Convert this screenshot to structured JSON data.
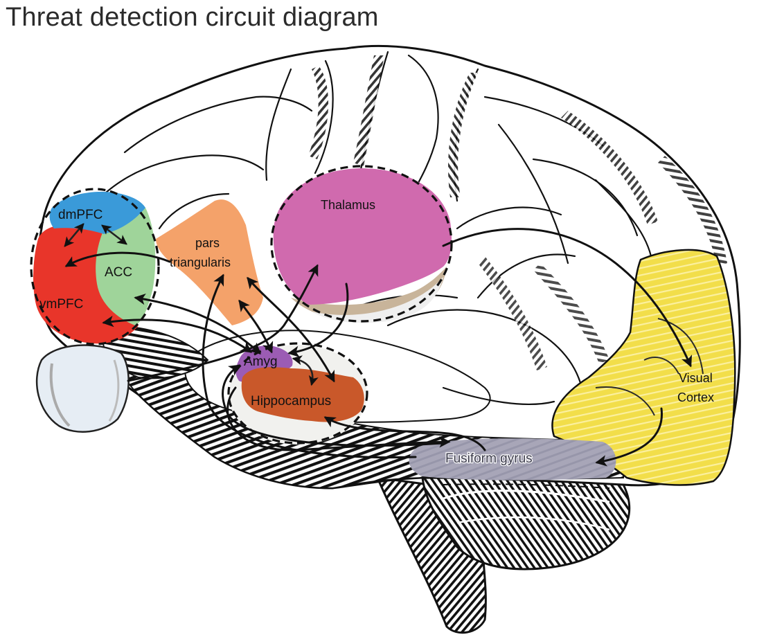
{
  "title": "Threat detection circuit diagram",
  "regions": {
    "dmpfc": {
      "label": "dmPFC",
      "color": "#3a9ad9"
    },
    "vmpfc": {
      "label": "vmPFC",
      "color": "#e8352a"
    },
    "acc": {
      "label": "ACC",
      "color": "#9fd49a"
    },
    "pars_triangularis": {
      "label_line1": "pars",
      "label_line2": "triangularis",
      "color": "#f4a26a"
    },
    "thalamus": {
      "label": "Thalamus",
      "color": "#d06aae",
      "under_color": "#c8b49a"
    },
    "amygdala": {
      "label": "Amyg",
      "color": "#9b5cb4"
    },
    "hippocampus": {
      "label": "Hippocampus",
      "color": "#c9582a"
    },
    "fusiform_gyrus": {
      "label": "Fusiform gyrus",
      "color": "#a8a6b8"
    },
    "visual_cortex": {
      "label_line1": "Visual",
      "label_line2": "Cortex",
      "color": "#f2de4a"
    },
    "eye": {
      "color": "#e6edf4"
    }
  },
  "connections": [
    {
      "from": "dmPFC",
      "to": "vmPFC",
      "direction": "bidirectional"
    },
    {
      "from": "dmPFC",
      "to": "ACC",
      "direction": "bidirectional"
    },
    {
      "from": "pars triangularis",
      "to": "vmPFC",
      "direction": "one-way"
    },
    {
      "from": "Amyg",
      "to": "ACC",
      "direction": "bidirectional"
    },
    {
      "from": "Amyg",
      "to": "vmPFC",
      "direction": "bidirectional"
    },
    {
      "from": "Eye",
      "to": "Thalamus",
      "direction": "one-way"
    },
    {
      "from": "Thalamus",
      "to": "Amyg",
      "direction": "one-way"
    },
    {
      "from": "Thalamus",
      "to": "Visual Cortex",
      "direction": "one-way"
    },
    {
      "from": "Amyg",
      "to": "pars triangularis",
      "direction": "bidirectional"
    },
    {
      "from": "Hippocampus",
      "to": "pars triangularis",
      "direction": "bidirectional"
    },
    {
      "from": "Amyg",
      "to": "Hippocampus",
      "direction": "bidirectional"
    },
    {
      "from": "Fusiform gyrus",
      "to": "Hippocampus",
      "direction": "one-way"
    },
    {
      "from": "Fusiform gyrus",
      "to": "Amyg",
      "direction": "one-way"
    },
    {
      "from": "Amyg",
      "to": "Fusiform gyrus",
      "direction": "one-way"
    },
    {
      "from": "Visual Cortex",
      "to": "Fusiform gyrus",
      "direction": "one-way"
    }
  ]
}
